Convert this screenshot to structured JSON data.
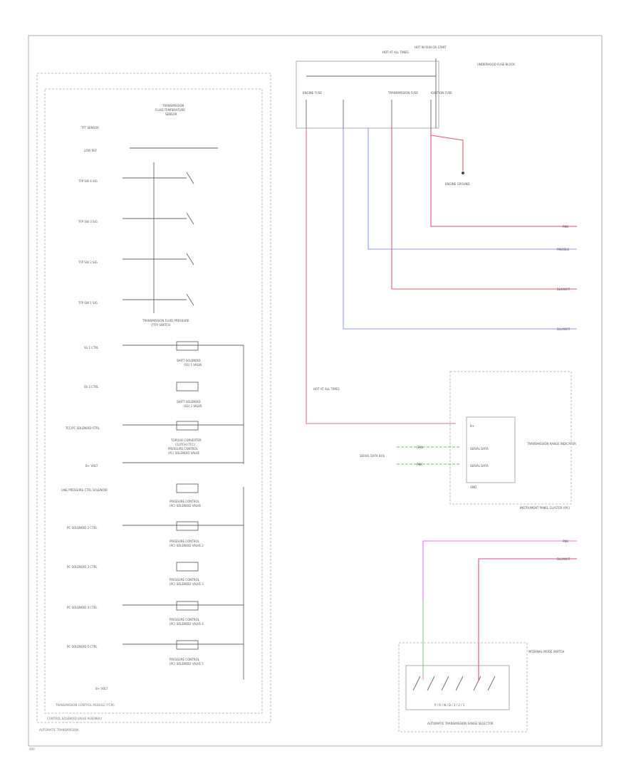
{
  "diagram": {
    "page_number": "000",
    "section_labels": {
      "automatic_transmission": "AUTOMATIC TRANSMISSION",
      "control_solenoid": "CONTROL SOLENOID VALVE ASSEMBLY",
      "tcm": "TRANSMISSION CONTROL MODULE (TCM)"
    },
    "left_labels": [
      "TFT SENSOR",
      "LOW REF",
      "TFP SW 4 SIG",
      "TFP SW 3 SIG",
      "TFP SW 2 SIG",
      "TFP SW 1 SIG",
      "SS 1 CTRL",
      "SS 2 CTRL",
      "TCC/PC SOLENOID CTRL",
      "B+ VOLT",
      "LINE PRESSURE CTRL SOLENOID",
      "PC SOLENOID 2 CTRL",
      "PC SOLENOID 3 CTRL",
      "PC SOLENOID 4 CTRL",
      "PC SOLENOID 5 CTRL",
      "B+ VOLT"
    ],
    "fuse_block": {
      "title": "UNDERHOOD FUSE BLOCK",
      "top_labels": [
        "HOT AT ALL TIMES",
        "HOT IN RUN OR START"
      ],
      "fuses": [
        "ENGINE FUSE",
        "TRANSMISSION FUSE",
        "IGNITION FUSE"
      ],
      "ground_label": "ENGINE GROUND"
    },
    "wire_labels": [
      "PNK",
      "PNK/BLK",
      "BLK/WHT",
      "BLU/WHT",
      "PNK",
      "BLU/WHT",
      "GRN",
      "PNK"
    ],
    "ipc": {
      "title": "INSTRUMENT PANEL CLUSTER (IPC)",
      "pins": [
        "B+",
        "SERIAL DATA",
        "SERIAL DATA",
        "GND"
      ],
      "note": "TRANSMISSION RANGE INDICATOR",
      "connector_label": "SERIAL DATA BUS",
      "fuse_note": "HOT AT ALL TIMES"
    },
    "trs": {
      "title": "AUTOMATIC TRANSMISSION RANGE SELECTOR",
      "bottom_note": "P / R / N / D / 3 / 2 / 1",
      "side_label": "INTERNAL MODE SWITCH"
    }
  }
}
